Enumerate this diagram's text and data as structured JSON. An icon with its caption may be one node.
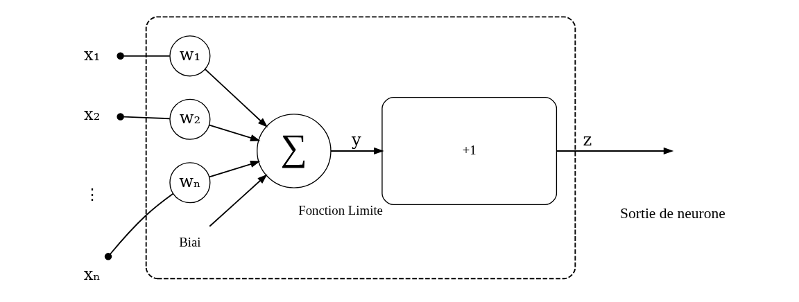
{
  "diagram": {
    "nodes": [
      {
        "text": [],
        "shape": "box"
      },
      {
        "text": [
          "x₁"
        ]
      },
      {
        "text": [
          "x₂"
        ]
      },
      {
        "text": [
          "xₙ"
        ]
      },
      {
        "text": [
          "w₁"
        ],
        "in": 0
      },
      {
        "text": [
          "w₂"
        ],
        "in": 0
      },
      {
        "text": [
          "wₙ"
        ],
        "in": 0
      },
      {
        "text": [
          "Biai"
        ],
        "in": 0
      },
      {
        "text": [
          "∑"
        ],
        "in": 0
      },
      {
        "text": [
          "+1",
          "Fonction Limite"
        ],
        "in": 0
      }
    ],
    "edges": [
      {
        "from": 1,
        "to": 4,
        "arrow": "other"
      },
      {
        "from": 4,
        "to": 8,
        "arrow": "to"
      },
      {
        "from": 2,
        "to": 5,
        "arrow": "other"
      },
      {
        "from": 5,
        "to": 8,
        "arrow": "to"
      },
      {
        "from": 3,
        "to": 6,
        "arrow": "other"
      },
      {
        "from": 6,
        "to": 8,
        "arrow": "to"
      },
      {
        "from": 7,
        "to": 8,
        "arrow": "to"
      },
      {
        "from": 8,
        "to": 9,
        "label": "y",
        "arrow": "to"
      },
      {
        "from": 9,
        "to": null,
        "label": "z",
        "arrow": "to"
      }
    ],
    "labels": [
      "⋮",
      "Sortie de neurone"
    ]
  }
}
